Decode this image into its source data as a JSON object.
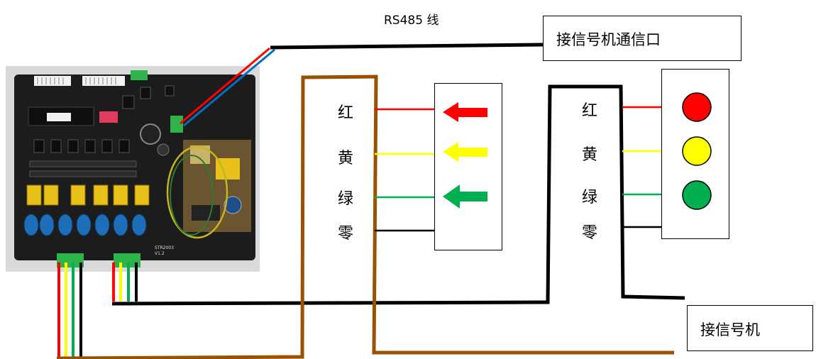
{
  "title_label": "RS485 线",
  "comm_port_label": "接信号机通信口",
  "signal_machine_label": "接信号机",
  "left_lamp_labels": [
    "红",
    "黄",
    "绿",
    "零"
  ],
  "right_lamp_labels": [
    "红",
    "黄",
    "绿",
    "零"
  ],
  "board_silkscreen": [
    "STR2003",
    "V1.2"
  ],
  "colors": {
    "red": "#ff0000",
    "yellow": "#ffff00",
    "green": "#00b050",
    "black": "#000000",
    "blue": "#0070c0",
    "brown": "#995200",
    "pcb": "#1c1c1c",
    "relay": "#e8c21a",
    "capacitor": "#1e6fb8",
    "connector": "#2db34a"
  },
  "arrow_icons": [
    "red-left-arrow",
    "yellow-left-arrow",
    "green-left-arrow"
  ],
  "lamp_icons": [
    "red-lamp",
    "yellow-lamp",
    "green-lamp"
  ]
}
